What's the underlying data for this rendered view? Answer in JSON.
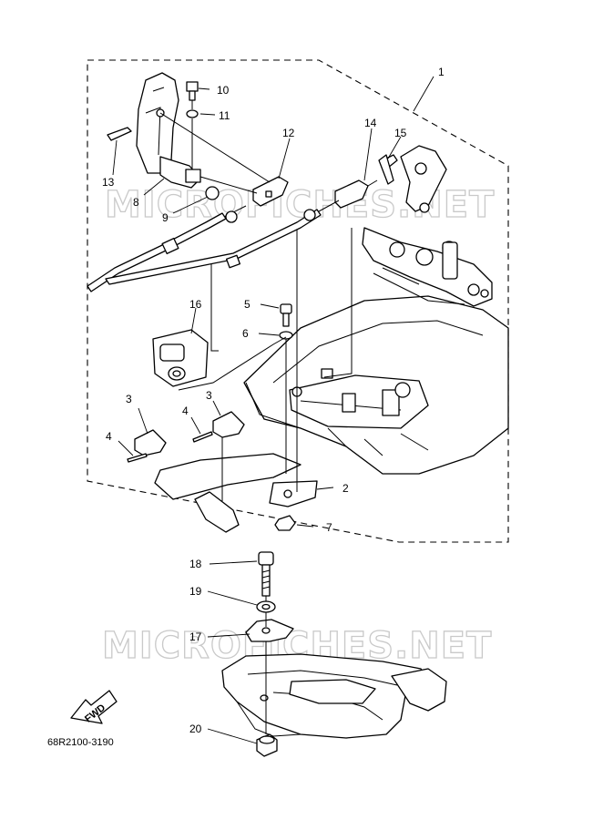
{
  "watermarks": [
    "MICROFICHES.NET",
    "MICROFICHES.NET"
  ],
  "part_code": "68R2100-3190",
  "fwd_label": "FWD",
  "callouts": {
    "c1": "1",
    "c2": "2",
    "c3a": "3",
    "c3b": "3",
    "c4a": "4",
    "c4b": "4",
    "c5": "5",
    "c6": "6",
    "c7": "7",
    "c8": "8",
    "c9": "9",
    "c10": "10",
    "c11": "11",
    "c12": "12",
    "c13": "13",
    "c14": "14",
    "c15": "15",
    "c16": "16",
    "c17": "17",
    "c18": "18",
    "c19": "19",
    "c20": "20"
  }
}
